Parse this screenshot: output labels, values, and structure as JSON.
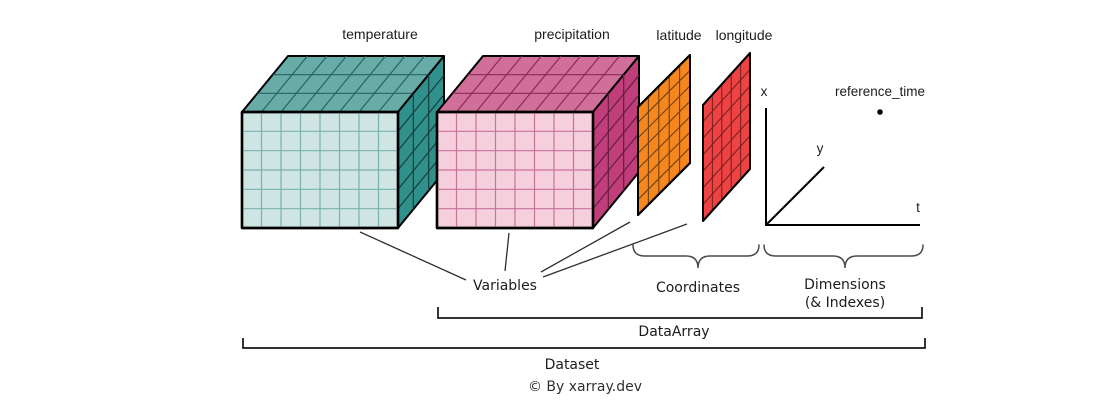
{
  "canvas": {
    "background": "#ffffff"
  },
  "variables": [
    {
      "name": "temperature",
      "kind": "3d-cube",
      "grid": {
        "cols": 8,
        "rows": 6,
        "depth": 3
      },
      "colors": {
        "front": "#cfe5e3",
        "front_line": "#7ab1ad",
        "top": "#68aca8",
        "top_line": "#2a6360",
        "side": "#2f908c",
        "side_line": "#173f3e"
      }
    },
    {
      "name": "precipitation",
      "kind": "3d-cube",
      "grid": {
        "cols": 8,
        "rows": 6,
        "depth": 3
      },
      "colors": {
        "front": "#f6cfdd",
        "front_line": "#c9729c",
        "top": "#d06f99",
        "top_line": "#8e2a58",
        "side": "#c03f7a",
        "side_line": "#671c40"
      }
    }
  ],
  "coordinates": [
    {
      "name": "latitude",
      "kind": "2d-plane",
      "grid": {
        "cols": 5,
        "rows": 7
      },
      "colors": {
        "fill": "#f5871e",
        "line": "#6e3f0e"
      }
    },
    {
      "name": "longitude",
      "kind": "2d-plane",
      "grid": {
        "cols": 5,
        "rows": 7
      },
      "colors": {
        "fill": "#ef4343",
        "line": "#7c2020"
      }
    }
  ],
  "axes": {
    "x_label": "x",
    "y_label": "y",
    "t_label": "t",
    "scalar_label": "reference_time"
  },
  "groups": {
    "variables_label": "Variables",
    "coordinates_label": "Coordinates",
    "dimensions_label": "Dimensions",
    "dimensions_sub_label": "(& Indexes)",
    "dataarray_label": "DataArray",
    "dataset_label": "Dataset"
  },
  "footer": {
    "copyright": "© By xarray.dev"
  },
  "colors": {
    "outline": "#000000",
    "connector": "#303030",
    "brace": "#4a4a4a",
    "bracket": "#141414",
    "axis": "#000000"
  }
}
